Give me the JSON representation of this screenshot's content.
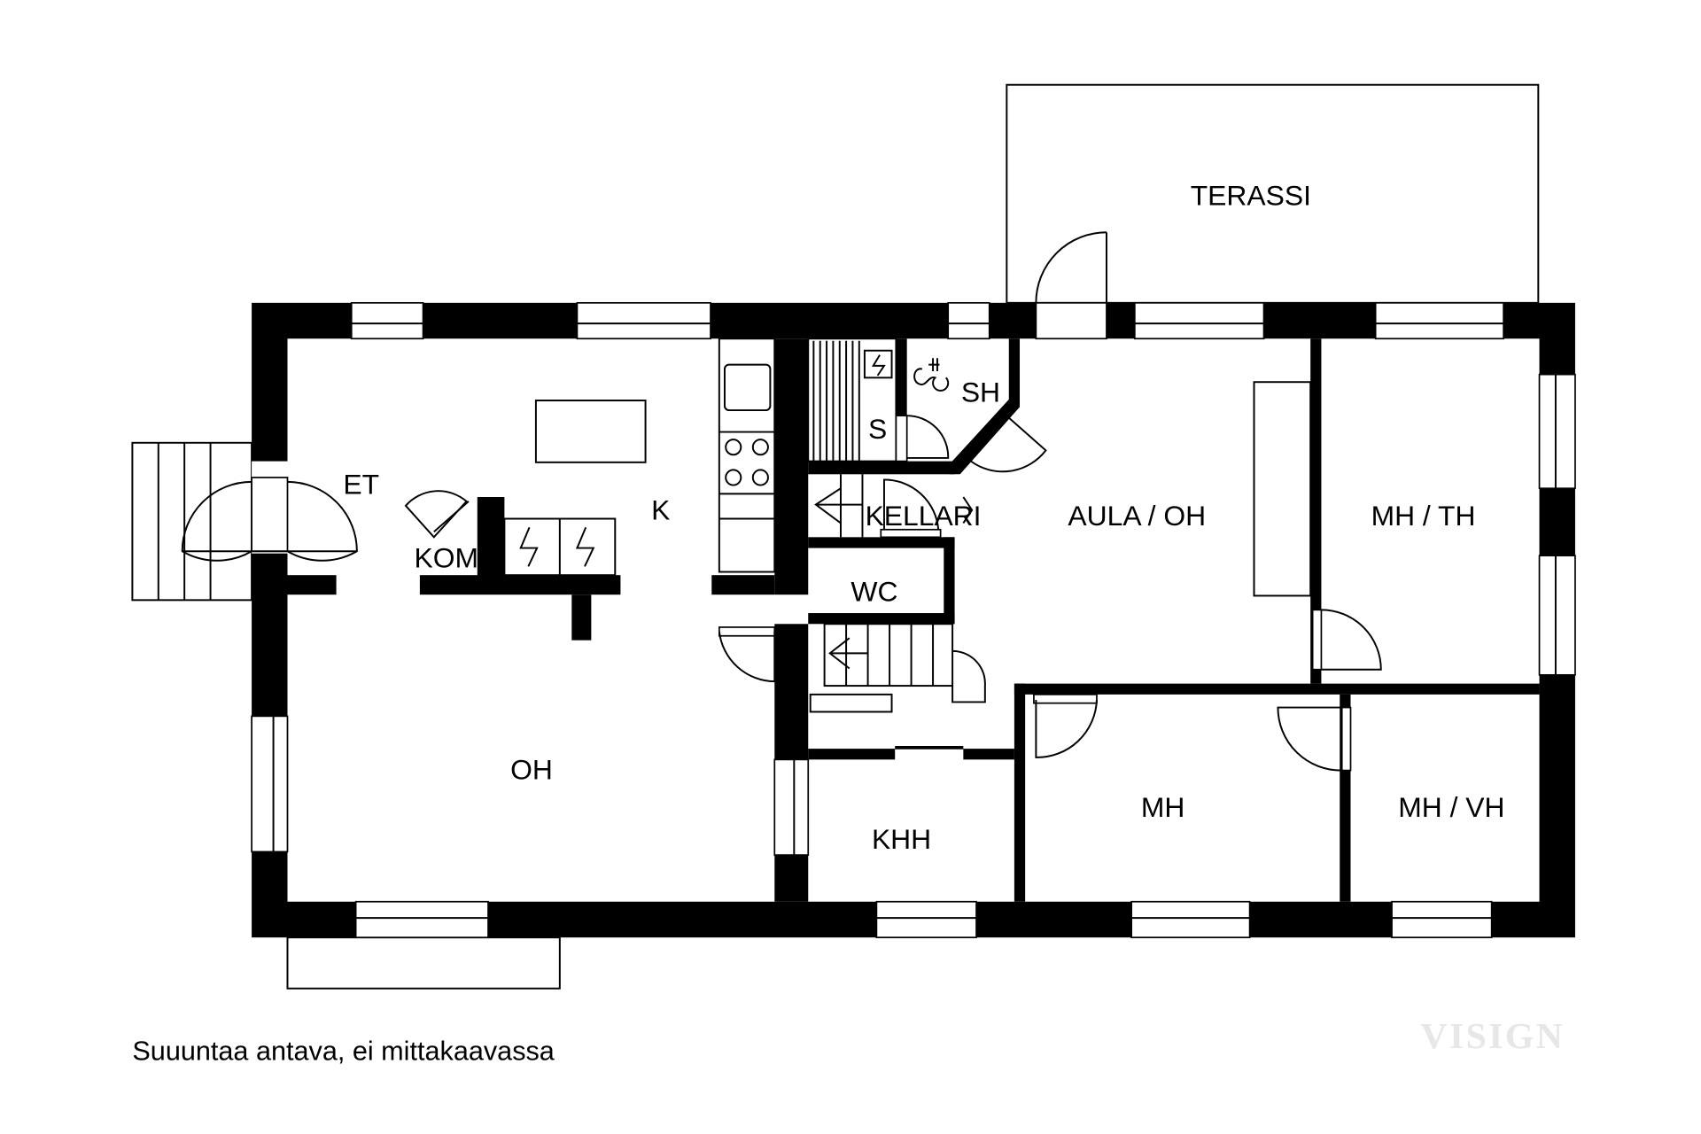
{
  "rooms": {
    "terrace": "TERASSI",
    "entry": "ET",
    "kitchen": "K",
    "closet": "KOM.",
    "living": "OH",
    "sauna": "S",
    "shower": "SH",
    "cellar": "KELLARI",
    "wc": "WC",
    "hall_living": "AULA / OH",
    "bedroom_study": "MH / TH",
    "utility": "KHH",
    "bedroom": "MH",
    "bedroom_wardrobe": "MH / VH"
  },
  "note": "Suuuntaa antava, ei mittakaavassa",
  "watermark": "VISIGN"
}
